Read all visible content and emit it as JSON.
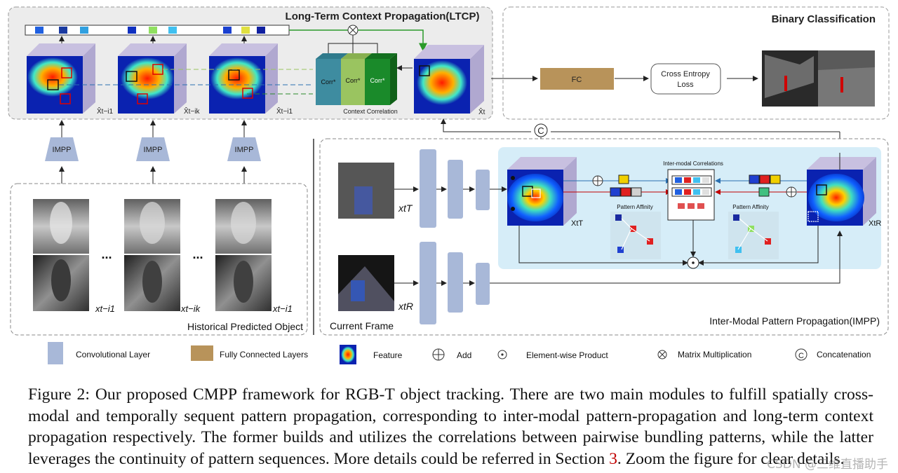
{
  "ltcp": {
    "title": "Long-Term Context Propagation(LTCP)",
    "corr_labels": [
      "Corr*",
      "Corr*",
      "Corr*"
    ],
    "context_correlation": "Context Correlation",
    "feature_labels": [
      "X̂t−i1",
      "X̂t−ik",
      "X̂t−i1",
      "X̂t"
    ]
  },
  "binary": {
    "title": "Binary Classification",
    "fc": "FC",
    "loss_line1": "Cross Entropy",
    "loss_line2": "Loss"
  },
  "history": {
    "impp_label": "IMPP",
    "dots": "...",
    "caption": "Historical Predicted Object",
    "labels": [
      "xt−i1",
      "xt−ik",
      "xt−i1"
    ]
  },
  "impp": {
    "title": "Inter-Modal Pattern Propagation(IMPP)",
    "current_frame": "Current Frame",
    "xt_t": "xtT",
    "xt_r": "xtR",
    "XtT": "XtT",
    "XtR": "XtR",
    "inter_modal": "Inter-modal Correlations",
    "pattern_affinity_left": "Pattern Affinity",
    "pattern_affinity_right": "Pattern Affinity",
    "concat_symbol": "C",
    "product_symbol": "·"
  },
  "legend": {
    "conv": "Convolutional Layer",
    "fc": "Fully Connected Layers",
    "feature": "Feature",
    "add": "Add",
    "product": "Element-wise Product",
    "matmul": "Matrix Multiplication",
    "concat": "Concatenation"
  },
  "caption": {
    "text_before_ref": "Figure 2: Our proposed CMPP framework for RGB-T object tracking. There are two main modules to fulfill spatially cross-modal and temporally sequent pattern propagation, corresponding to inter-modal pattern-propagation and long-term context propagation respectively. The former builds and utilizes the correlations between pairwise bundling patterns, while the latter leverages the continuity of pattern sequences. More details could be referred in Section ",
    "ref": "3",
    "text_after_ref": ". Zoom the figure for clear details."
  },
  "watermark": "CSDN @三维直播助手",
  "colors": {
    "conv": "#a8b8d8",
    "fc": "#b8935a",
    "corr1": "#3e8ca0",
    "corr2": "#9ac460",
    "corr3": "#1a8a2a",
    "ltcp_bg": "#ececec",
    "impp_bg": "#d6edf8",
    "red_line": "#c00000",
    "blue_line": "#2a6fb0"
  }
}
